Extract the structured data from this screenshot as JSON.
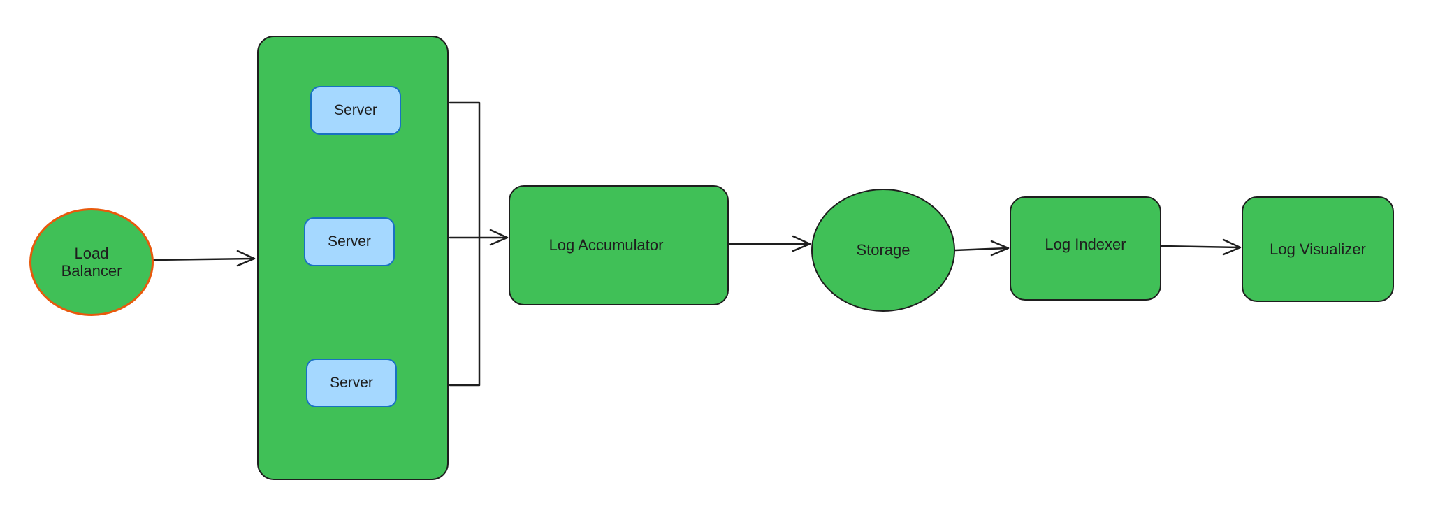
{
  "diagram": {
    "nodes": {
      "load_balancer": "Load\nBalancer",
      "servers": [
        "Server",
        "Server",
        "Server"
      ],
      "log_accumulator": "Log Accumulator",
      "storage": "Storage",
      "log_indexer": "Log Indexer",
      "log_visualizer": "Log Visualizer"
    },
    "edges": [
      {
        "from": "load_balancer",
        "to": "server_group"
      },
      {
        "from": "server_group",
        "to": "log_accumulator"
      },
      {
        "from": "log_accumulator",
        "to": "storage"
      },
      {
        "from": "storage",
        "to": "log_indexer"
      },
      {
        "from": "log_indexer",
        "to": "log_visualizer"
      }
    ],
    "colors": {
      "node_fill": "#40c057",
      "server_fill": "#a5d8ff",
      "server_stroke": "#1971c2",
      "load_balancer_stroke": "#e8590c",
      "stroke": "#1e1e1e"
    }
  }
}
